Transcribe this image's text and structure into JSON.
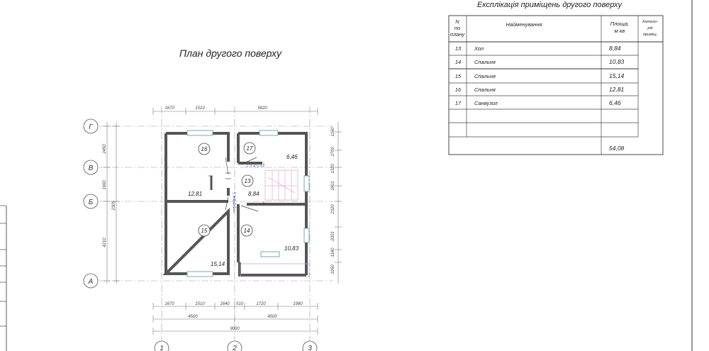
{
  "plan": {
    "title": "План другого поверху",
    "axes_rows": [
      "Г",
      "В",
      "Б",
      "А"
    ],
    "axes_cols": [
      "1",
      "2",
      "3"
    ],
    "top_dims": [
      "1670",
      "1510",
      "5820"
    ],
    "bottom_dims_1": [
      "1670",
      "1510",
      "1640",
      "510",
      "1720",
      "1980"
    ],
    "bottom_dims_2": [
      "4500",
      "4500"
    ],
    "bottom_total": "9000",
    "left_dims": [
      "2450",
      "1960",
      "2305",
      "4210"
    ],
    "right_dims": [
      "1160",
      "2700",
      "1320",
      "1801",
      "2320",
      "2001",
      "1160",
      "1050"
    ],
    "stair_labels": [
      "2 3 4 5 6",
      "1 2 3 4 5"
    ],
    "rooms": [
      {
        "num": "16",
        "area": "12,81"
      },
      {
        "num": "17",
        "area": "6,46"
      },
      {
        "num": "13",
        "area": "8,84"
      },
      {
        "num": "15",
        "area": "15,14"
      },
      {
        "num": "14",
        "area": "10,83"
      }
    ]
  },
  "table": {
    "title": "Експлікація приміщень другого поверху",
    "headers": {
      "num": [
        "N",
        "по",
        "плану"
      ],
      "name": "Найменування",
      "area": [
        "Площа,",
        "м кв"
      ],
      "cat": [
        "Катего-",
        "рія",
        "приміщ."
      ]
    },
    "rows": [
      {
        "num": "13",
        "name": "Хол",
        "area": "8,84"
      },
      {
        "num": "14",
        "name": "Спальня",
        "area": "10,83"
      },
      {
        "num": "15",
        "name": "Спальня",
        "area": "15,14"
      },
      {
        "num": "16",
        "name": "Спальня",
        "area": "12,81"
      },
      {
        "num": "17",
        "name": "Санвузол",
        "area": "6,46"
      },
      {
        "num": "",
        "name": "",
        "area": ""
      },
      {
        "num": "",
        "name": "",
        "area": ""
      }
    ],
    "total": "54,08"
  }
}
